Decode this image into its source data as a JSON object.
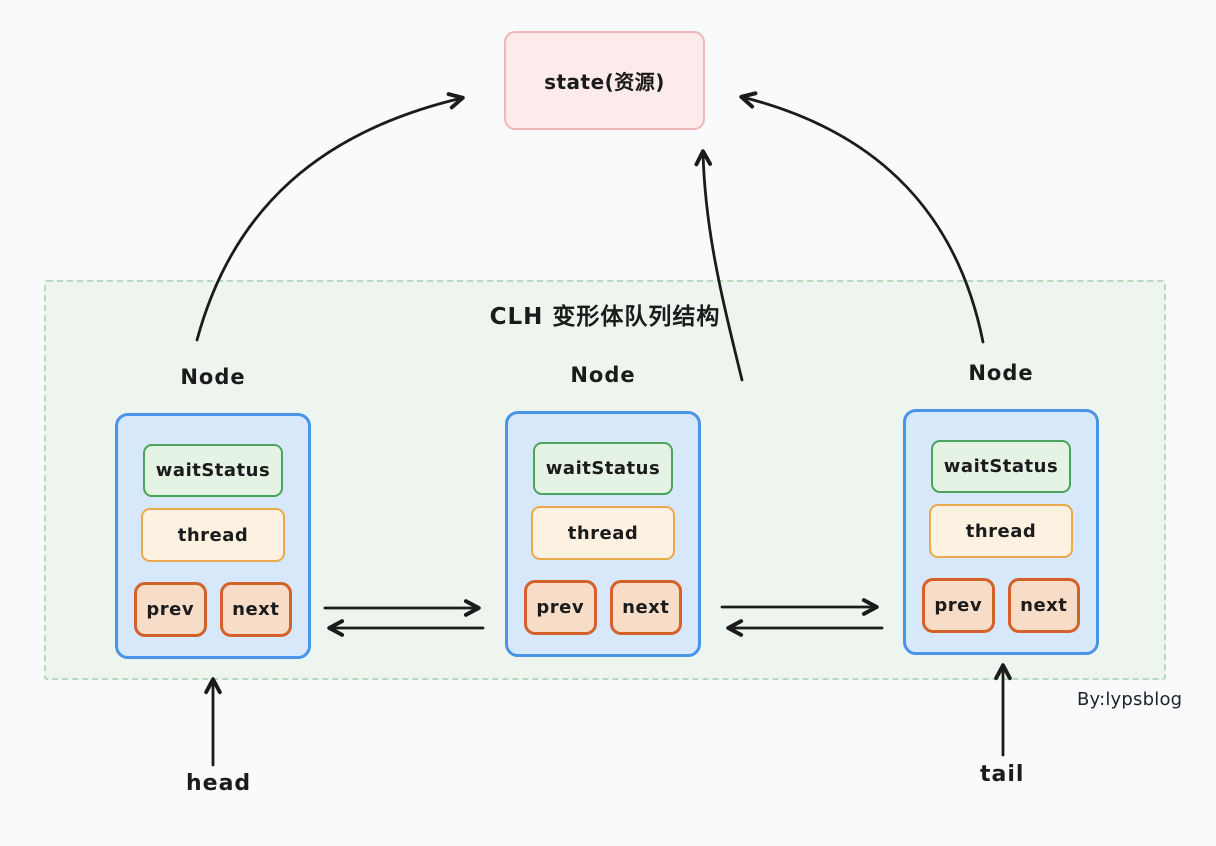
{
  "diagram": {
    "title": "CLH 变形体队列结构",
    "credit": "By:lypsblog"
  },
  "state_box": {
    "label": "state(资源)"
  },
  "nodes": [
    {
      "label": "Node",
      "wait_status": "waitStatus",
      "thread": "thread",
      "prev": "prev",
      "next": "next"
    },
    {
      "label": "Node",
      "wait_status": "waitStatus",
      "thread": "thread",
      "prev": "prev",
      "next": "next"
    },
    {
      "label": "Node",
      "wait_status": "waitStatus",
      "thread": "thread",
      "prev": "prev",
      "next": "next"
    }
  ],
  "pointers": {
    "head": "head",
    "tail": "tail"
  },
  "colors": {
    "page_bg": "#f8fafb",
    "container_fill": "#edf5ee",
    "container_border": "#b7dabe",
    "state_fill": "#fdeaea",
    "state_border": "#efb7b7",
    "node_fill": "#d7e8fa",
    "node_border": "#4a94e8",
    "wait_fill": "#e4f3e4",
    "wait_border": "#4aa45a",
    "thread_fill": "#fdf2e1",
    "thread_border": "#e9a94c",
    "ptr_fill": "#f7dcc8",
    "ptr_border": "#d2622a",
    "arrow": "#1b1b1b"
  }
}
